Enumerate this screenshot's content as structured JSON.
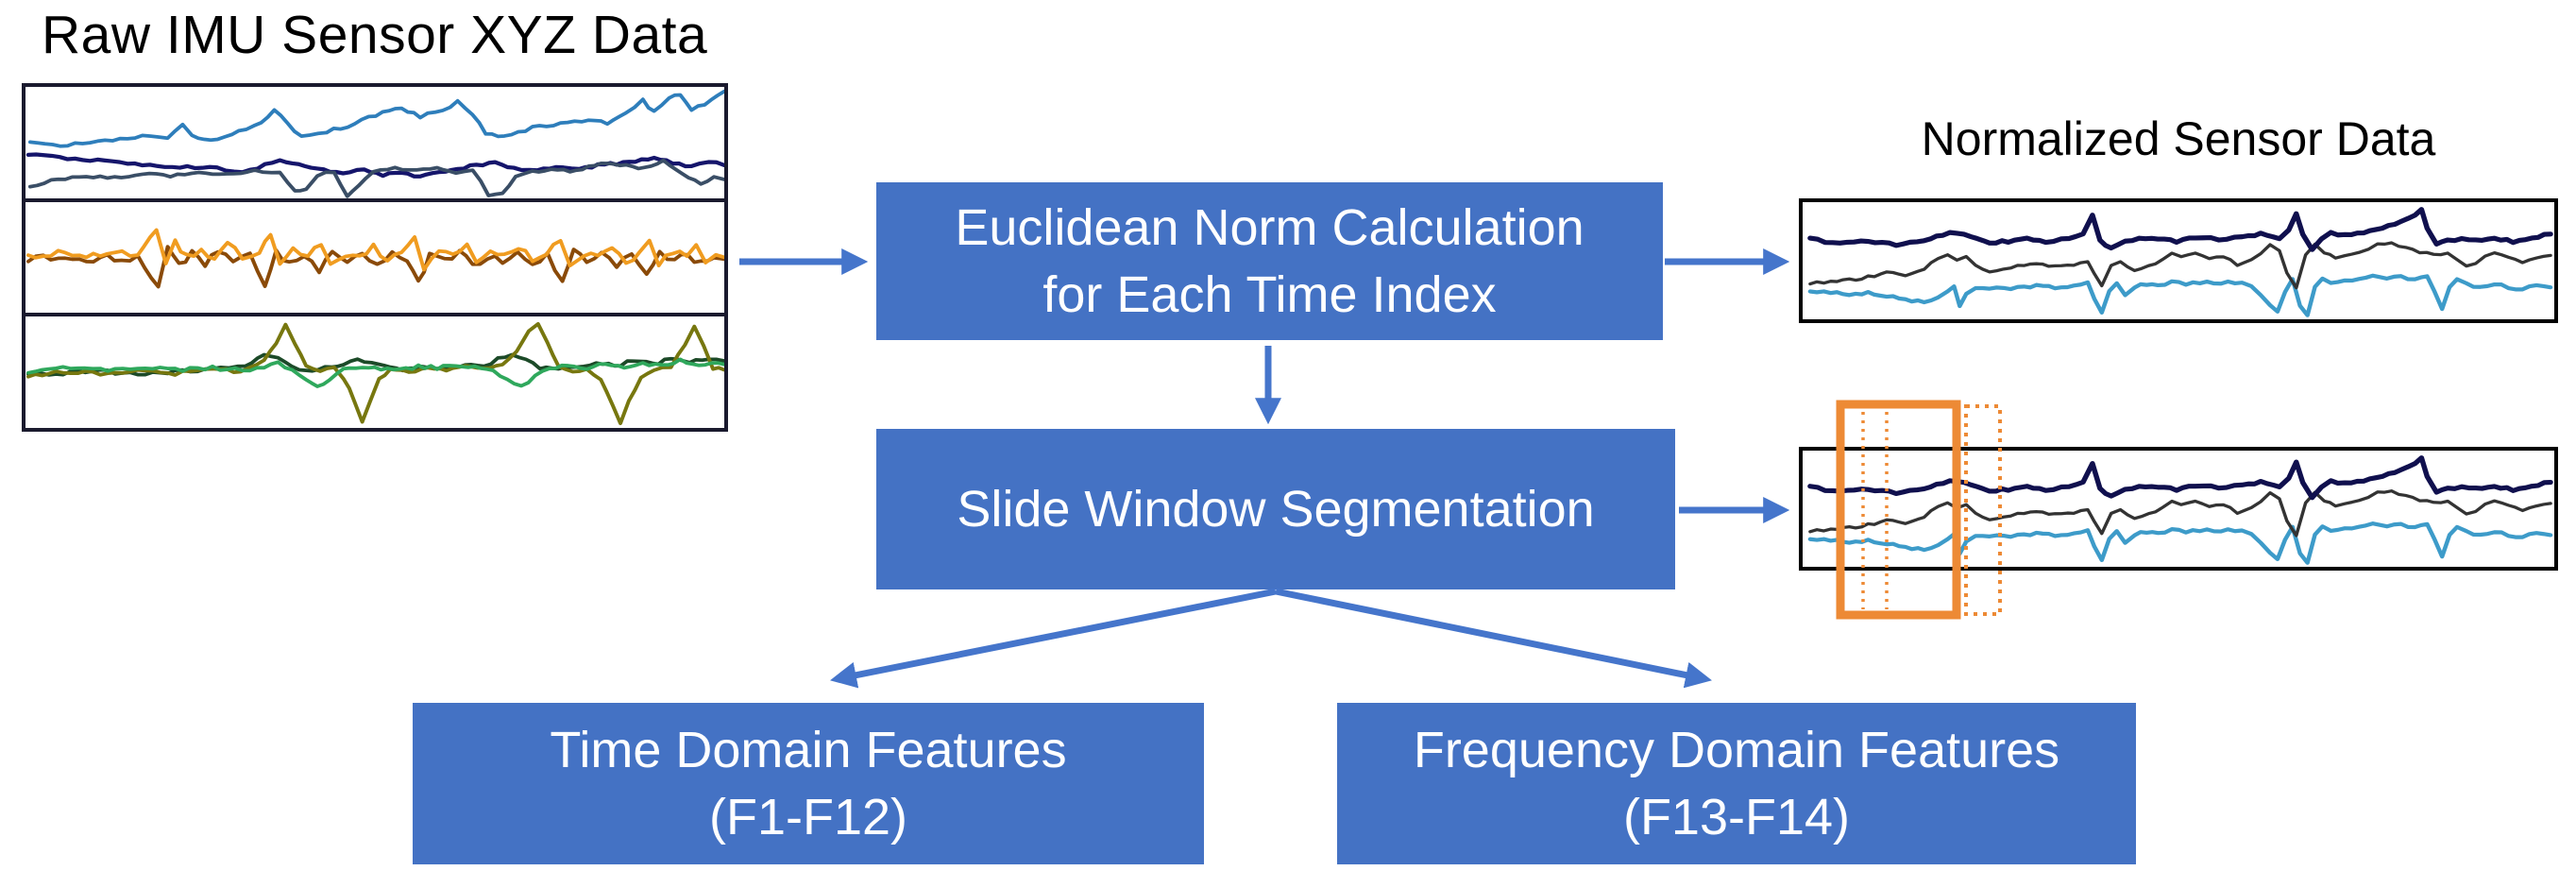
{
  "left_plot": {
    "title": "Raw IMU Sensor XYZ Data"
  },
  "right_plots": {
    "title": "Normalized Sensor Data"
  },
  "nodes": {
    "euclidean": {
      "lines": [
        "Euclidean Norm Calculation",
        "for Each Time Index"
      ]
    },
    "slide": {
      "lines": [
        "Slide Window Segmentation"
      ]
    },
    "time": {
      "lines": [
        "Time Domain Features",
        "(F1-F12)"
      ]
    },
    "frequency": {
      "lines": [
        "Frequency Domain Features",
        "(F13-F14)"
      ]
    }
  },
  "colors": {
    "node_fill": "#4472C4",
    "node_text": "#FFFFFF",
    "arrow": "#4575CB",
    "window_orange": "#ED8A35",
    "left_plot_border": "#1A1A2E",
    "right_plot_border": "#000000",
    "raw_series_blue": [
      "#2E7EBB",
      "#15156B",
      "#3A4E66"
    ],
    "raw_series_orange": [
      "#F09C20",
      "#8A4A08"
    ],
    "raw_series_green": [
      "#2FA85C",
      "#77770F",
      "#1C4A28"
    ],
    "normalized_series": [
      "#10104E",
      "#333333",
      "#3D9BC9"
    ]
  }
}
